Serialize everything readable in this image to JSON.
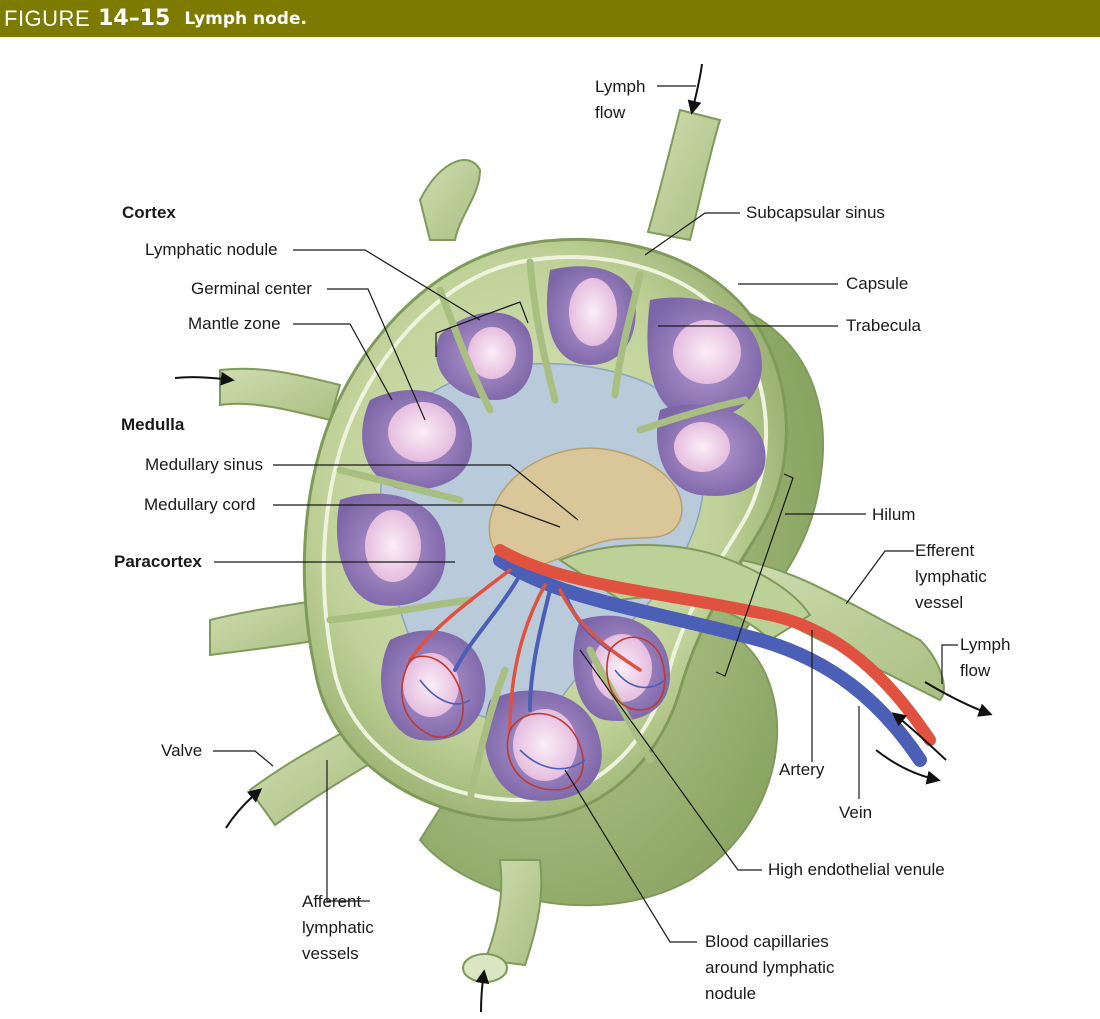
{
  "figure": {
    "word": "FIGURE",
    "number": "14–15",
    "title": "Lymph node."
  },
  "labels": {
    "lymph_flow_top": [
      "Lymph",
      "flow"
    ],
    "subcapsular_sinus": "Subcapsular sinus",
    "capsule": "Capsule",
    "trabecula": "Trabecula",
    "cortex": "Cortex",
    "lymphatic_nodule": "Lymphatic nodule",
    "germinal_center": "Germinal center",
    "mantle_zone": "Mantle zone",
    "medulla": "Medulla",
    "medullary_sinus": "Medullary sinus",
    "medullary_cord": "Medullary cord",
    "paracortex": "Paracortex",
    "hilum": "Hilum",
    "efferent_lymphatic_vessel": [
      "Efferent",
      "lymphatic",
      "vessel"
    ],
    "lymph_flow_right": [
      "Lymph",
      "flow"
    ],
    "artery": "Artery",
    "vein": "Vein",
    "valve": "Valve",
    "high_endothelial_venule": "High endothelial venule",
    "afferent_lymphatic_vessels": [
      "Afferent",
      "lymphatic",
      "vessels"
    ],
    "blood_capillaries": [
      "Blood capillaries",
      "around lymphatic",
      "nodule"
    ]
  },
  "colors": {
    "header": "#7d7a00",
    "tissue_green": "#c9d9a6",
    "tissue_dark": "#7f9a5a",
    "sinus_blue": "#b9cadb",
    "nodule_purple": "#8c73b3",
    "germinal_pink": "#f3d6ee",
    "medulla_tan": "#d9c79a",
    "artery_red": "#e0523f",
    "vein_blue": "#4a5fb5"
  }
}
